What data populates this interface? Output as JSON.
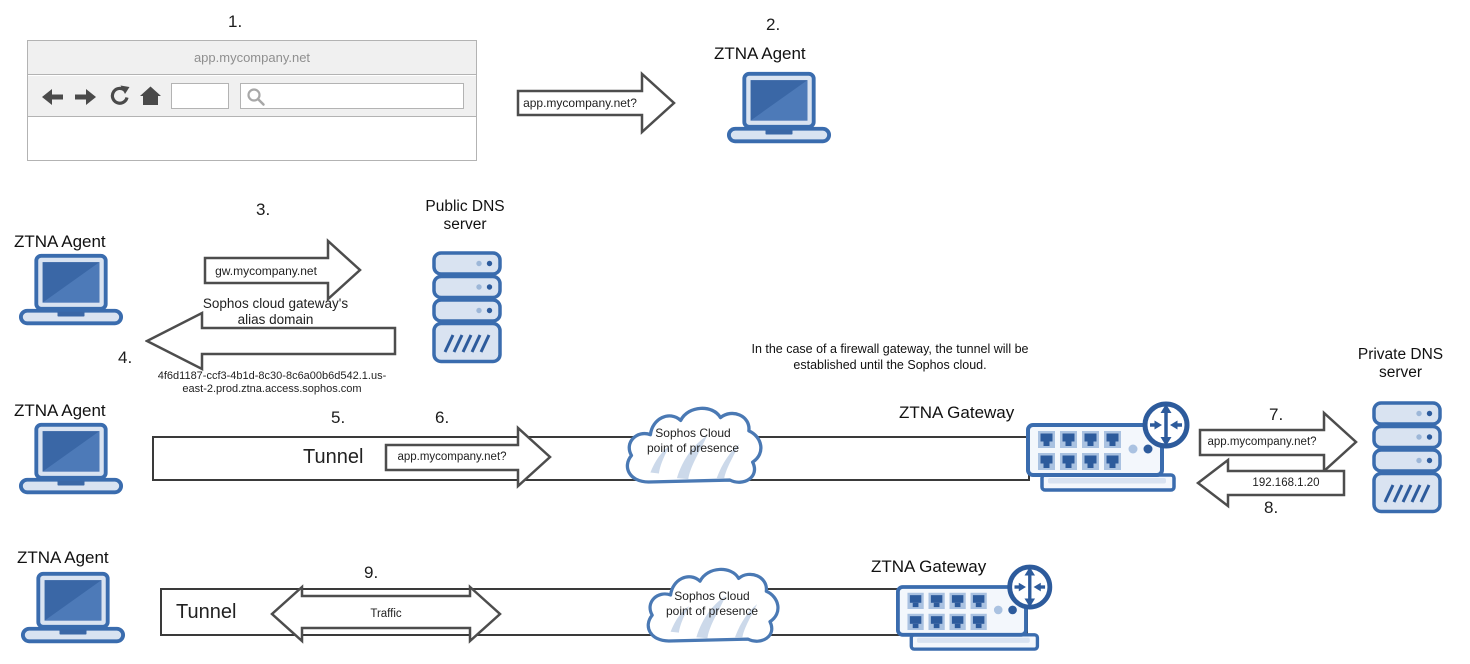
{
  "palette": {
    "icon_blue_border": "#3a6cae",
    "icon_blue_dark": "#2d5b9c",
    "icon_blue_fill_light": "#d9e3f1",
    "cloud_stroke": "#4a79b4",
    "cloud_swoosh": "#ccd9ea",
    "flow_arrow_outline": "#4d4d4d",
    "tunnel_outline": "#3a3a3a",
    "browser_chrome": "#f0f0f0",
    "browser_border": "#b3b3b3"
  },
  "browser": {
    "step_label": "1.",
    "title": "app.mycompany.net"
  },
  "flow_top": {
    "step_label": "2.",
    "arrow_text": "app.mycompany.net?",
    "agent_label": "ZTNA Agent"
  },
  "flow_dns": {
    "agent_label": "ZTNA Agent",
    "step3_label": "3.",
    "query_text": "gw.mycompany.net",
    "server_label_line1": "Public DNS",
    "server_label_line2": "server",
    "step4_label": "4.",
    "response_caption_line1": "Sophos cloud gateway's",
    "response_caption_line2": "alias domain",
    "alias_domain_line1": "4f6d1187-ccf3-4b1d-8c30-8c6a00b6d542.1.us-",
    "alias_domain_line2": "east-2.prod.ztna.access.sophos.com"
  },
  "note": {
    "line1": "In the case of a firewall gateway, the tunnel will be",
    "line2": "established until the Sophos cloud."
  },
  "flow_tunnel": {
    "agent_label": "ZTNA Agent",
    "step5_label": "5.",
    "tunnel_label": "Tunnel",
    "step6_label": "6.",
    "query_text": "app.mycompany.net?",
    "cloud_line1": "Sophos Cloud",
    "cloud_line2": "point of presence",
    "gateway_label": "ZTNA Gateway",
    "step7_label": "7.",
    "dns_query_text": "app.mycompany.net?",
    "private_dns_line1": "Private DNS",
    "private_dns_line2": "server",
    "step8_label": "8.",
    "dns_response_text": "192.168.1.20"
  },
  "flow_traffic": {
    "agent_label": "ZTNA Agent",
    "tunnel_label": "Tunnel",
    "step9_label": "9.",
    "arrow_text": "Traffic",
    "cloud_line1": "Sophos Cloud",
    "cloud_line2": "point of presence",
    "gateway_label": "ZTNA Gateway"
  }
}
